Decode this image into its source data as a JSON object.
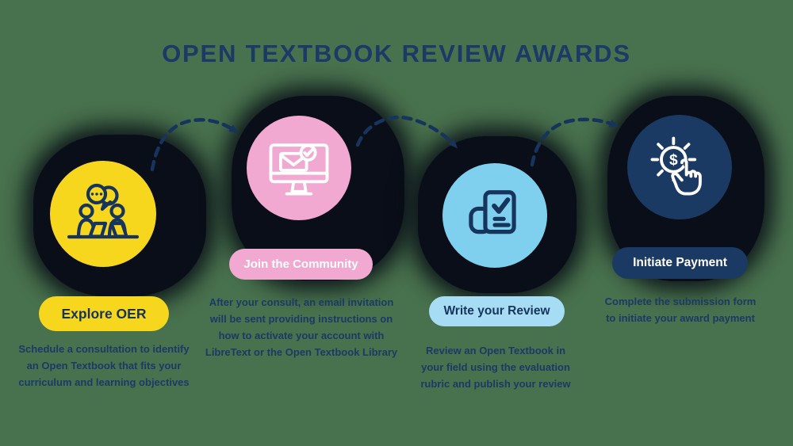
{
  "title": "OPEN TEXTBOOK REVIEW AWARDS",
  "colors": {
    "background": "#48714d",
    "title_text": "#1b3a66",
    "arrow": "#16345c",
    "shadow_blob": "#0a0e18"
  },
  "steps": [
    {
      "label": "Explore OER",
      "description": "Schedule a consultation to identify\nan Open Textbook that fits your\ncurriculum and learning objectives",
      "icon": "consultation-people-icon",
      "circle_color": "#f6d71e",
      "label_bg": "#f6d71e",
      "label_text_color": "#16345c"
    },
    {
      "label": "Join the Community",
      "description": "After your consult, an email invitation\nwill be sent providing instructions on\nhow to activate your account with\nLibreText or the Open Textbook Library",
      "icon": "email-invitation-monitor-icon",
      "circle_color": "#f1a8d1",
      "label_bg": "#f1a8d1",
      "label_text_color": "#ffffff"
    },
    {
      "label": "Write your Review",
      "description": "Review an Open Textbook in\nyour field using the evaluation\nrubric and publish your review",
      "icon": "review-document-icon",
      "circle_color": "#7fd0ee",
      "label_bg": "#a6ddf4",
      "label_text_color": "#16345c"
    },
    {
      "label": "Initiate Payment",
      "description": "Complete the submission form\nto initiate your award payment",
      "icon": "payment-click-icon",
      "icon_glyph": "$",
      "circle_color": "#1b3a63",
      "label_bg": "#1b3a63",
      "label_text_color": "#ffffff"
    }
  ]
}
